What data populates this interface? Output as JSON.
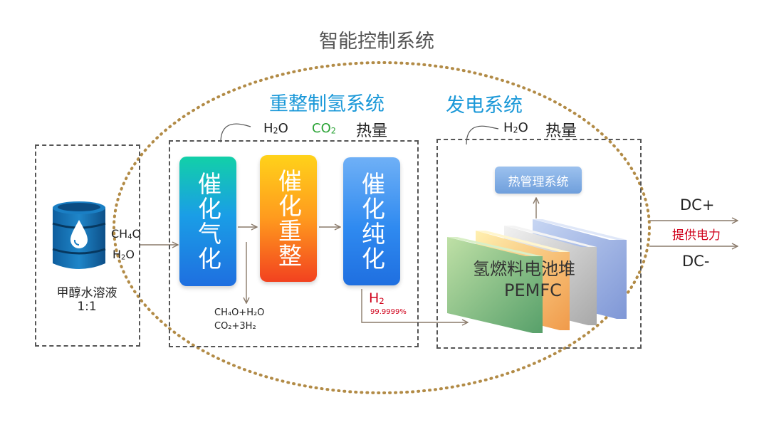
{
  "title": "智能控制系统",
  "colors": {
    "ellipse": "#b28b46",
    "section_title": "#1a98d8",
    "co2": "#2aa335",
    "h2": "#d0021b",
    "dashed_border": "#555555",
    "arrow": "#8a7a6a"
  },
  "input": {
    "icon": "water-barrel-icon",
    "label": "甲醇水溶液",
    "ratio": "1:1",
    "feed1_main": "CH",
    "feed1_sub": "4",
    "feed1_tail": "O",
    "feed2_main": "H",
    "feed2_sub": "2",
    "feed2_tail": "O"
  },
  "reforming": {
    "title": "重整制氢系统",
    "byproduct_h2o_main": "H",
    "byproduct_h2o_sub": "2",
    "byproduct_h2o_tail": "O",
    "byproduct_co2_main": "CO",
    "byproduct_co2_sub": "2",
    "byproduct_heat": "热量",
    "stages": [
      "催化气化",
      "催化重整",
      "催化纯化"
    ],
    "reaction_line1": "CH₄O+H₂O",
    "reaction_line2": "CO₂+3H₂",
    "h2_main": "H",
    "h2_sub": "2",
    "h2_purity": "99.9999%"
  },
  "power": {
    "title": "发电系统",
    "byproduct_h2o_main": "H",
    "byproduct_h2o_sub": "2",
    "byproduct_h2o_tail": "O",
    "byproduct_heat": "热量",
    "thermal_mgmt": "热管理系统",
    "stack_name": "氢燃料电池堆",
    "stack_model": "PEMFC"
  },
  "output": {
    "dc_plus": "DC+",
    "supply_label": "提供电力",
    "dc_minus": "DC-"
  }
}
